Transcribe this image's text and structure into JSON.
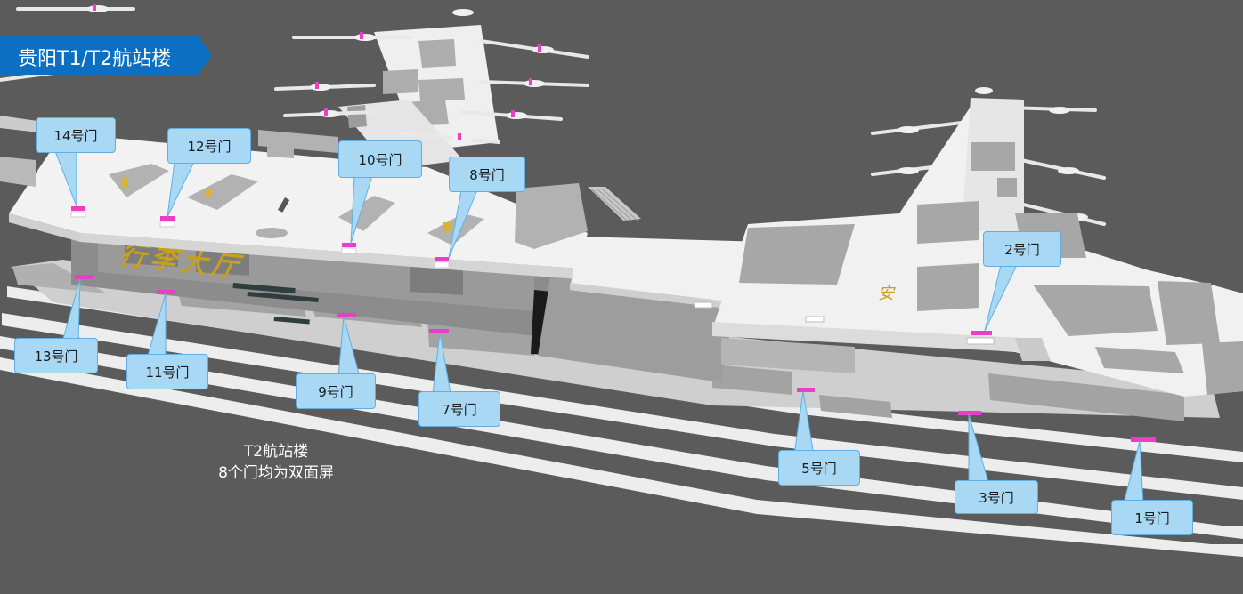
{
  "banner": {
    "title": "贵阳T1/T2航站楼"
  },
  "hall_label": "行李大厅",
  "security_label": "安",
  "gates": {
    "g1": "1号门",
    "g2": "2号门",
    "g3": "3号门",
    "g5": "5号门",
    "g7": "7号门",
    "g8": "8号门",
    "g9": "9号门",
    "g10": "10号门",
    "g11": "11号门",
    "g12": "12号门",
    "g13": "13号门",
    "g14": "14号门"
  },
  "note": {
    "line1": "T2航站楼",
    "line2": "8个门均为双面屏"
  },
  "colors": {
    "background": "#5b5b5b",
    "floor": "#f2f2f2",
    "block": "#a9a9a9",
    "callout": "#a8d8f4",
    "screen_marker": "#e83fc8",
    "banner": "#0b6fc4",
    "hall_text": "#c8a020"
  }
}
